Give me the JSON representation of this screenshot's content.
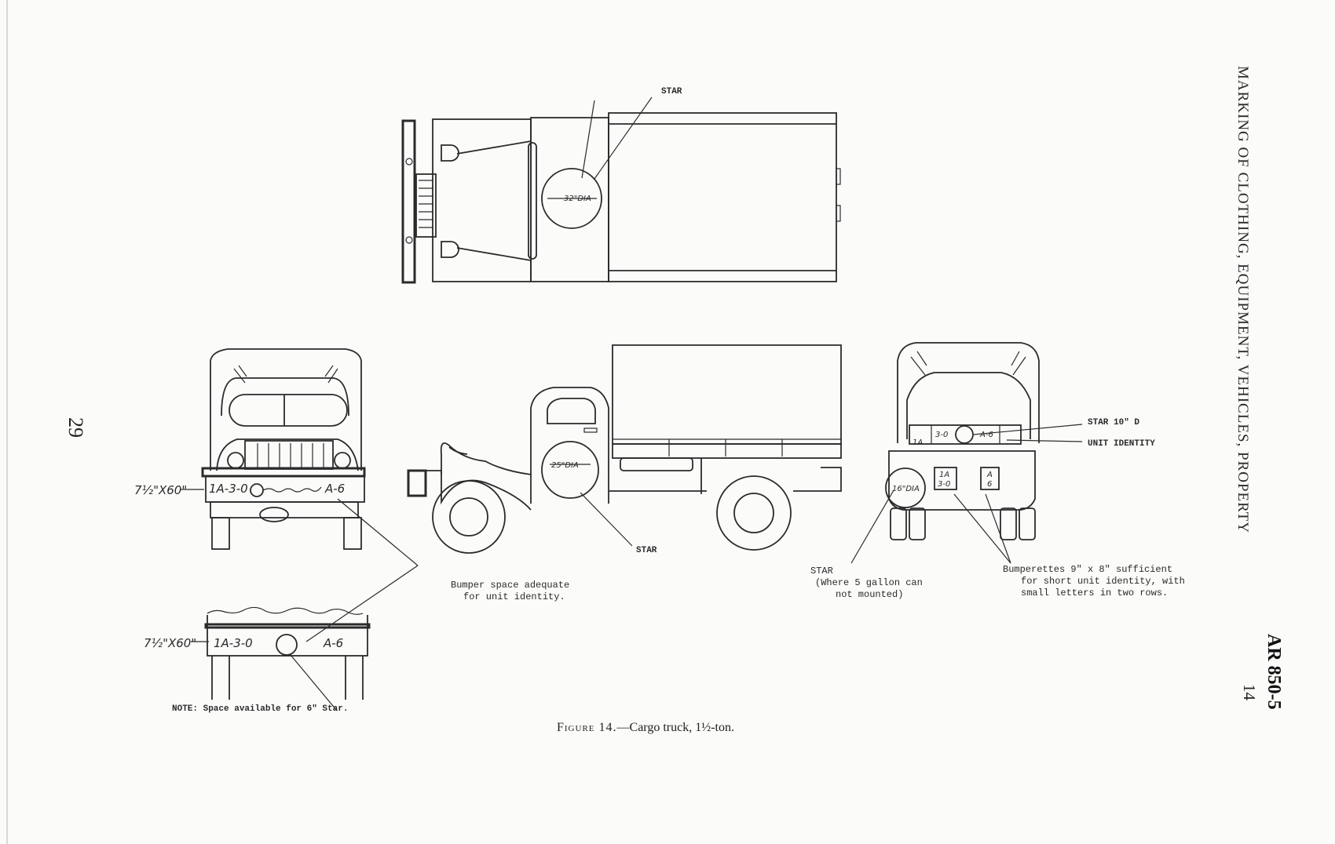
{
  "page_number": "29",
  "running_head": {
    "title": "MARKING OF CLOTHING, EQUIPMENT, VEHICLES, PROPERTY",
    "code": "AR 850-5",
    "number": "14"
  },
  "figure": {
    "caption_lead": "Figure 14.",
    "caption_text": "—Cargo truck, 1½-ton."
  },
  "callouts": {
    "top_star": "STAR",
    "top_star_dia": "32\"DIA",
    "side_star": "STAR",
    "side_star_dia": "25\"DIA",
    "rear_star_line1": "STAR 10\" D",
    "rear_unit_identity": "UNIT IDENTITY",
    "rear_star_dia": "16\"DIA",
    "rear_can_line1": "STAR",
    "rear_can_line2": "(Where 5 gallon can",
    "rear_can_line3": "not mounted)",
    "bumper_line1": "Bumper space adequate",
    "bumper_line2": "for unit identity.",
    "bumperettes_line1": "Bumperettes 9\" x 8\" sufficient",
    "bumperettes_line2": "for short unit identity, with",
    "bumperettes_line3": "small letters in two rows.",
    "note": "NOTE: Space available for 6\" Star."
  },
  "markings": {
    "front_dim": "7½\"X60\"",
    "front_left_id": "1A-3-0",
    "front_right_id": "A-6",
    "alt_dim": "7½\"X60\"",
    "alt_left_id": "1A-3-0",
    "alt_right_id": "A-6",
    "rear_tail_left": "1A",
    "rear_tail_mid": "3-0",
    "rear_tail_right": "A-6",
    "rear_bump_left_top": "1A",
    "rear_bump_left_bottom": "3-0",
    "rear_bump_right_top": "A",
    "rear_bump_right_bottom": "6"
  }
}
